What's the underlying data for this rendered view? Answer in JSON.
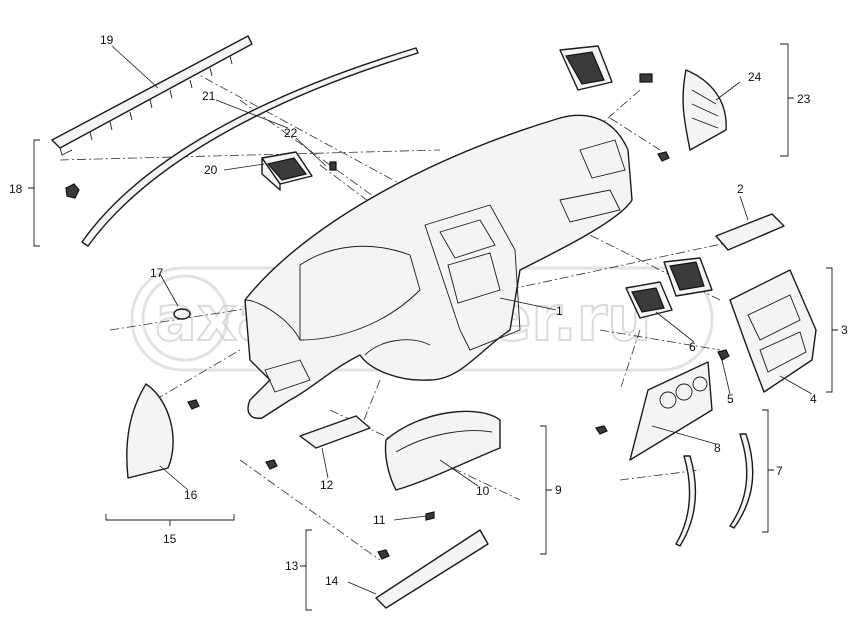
{
  "diagram": {
    "callouts": [
      "1",
      "2",
      "3",
      "4",
      "5",
      "6",
      "7",
      "8",
      "9",
      "10",
      "11",
      "12",
      "13",
      "14",
      "15",
      "16",
      "17",
      "18",
      "19",
      "20",
      "21",
      "22",
      "23",
      "24"
    ],
    "watermark": "axautomter.ru"
  }
}
